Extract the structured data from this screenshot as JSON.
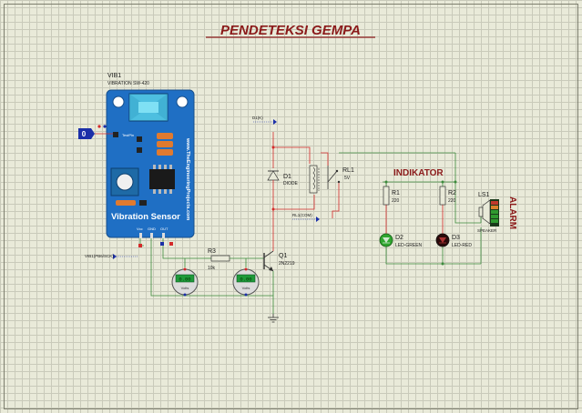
{
  "title": "PENDETEKSI GEMPA",
  "sensor": {
    "ref": "VIB1",
    "part": "VIBRATION SW-420",
    "testpin": "TestPin",
    "board_text": "Vibration Sensor",
    "side_text": "www.TheEngineeringProjects.com",
    "pin_vcc": "Vcc",
    "pin_gnd": "GND",
    "pin_out": "OUT",
    "input_value": "0",
    "probe": "VIB1(PB6/SCK)"
  },
  "voltmeter1": {
    "value": "0.00",
    "unit": "Volts"
  },
  "voltmeter2": {
    "value": "0.00",
    "unit": "Volts"
  },
  "r3": {
    "ref": "R3",
    "value": "10k"
  },
  "q1": {
    "ref": "Q1",
    "part": "2N2219"
  },
  "d1": {
    "ref": "D1",
    "part": "DIODE"
  },
  "rl1": {
    "ref": "RL1",
    "value": "5V"
  },
  "probe_d1": "D1(K)",
  "probe_rl1": "RL1(COM)",
  "indikator": "INDIKATOR",
  "r1": {
    "ref": "R1",
    "value": "220"
  },
  "r2": {
    "ref": "R2",
    "value": "220"
  },
  "d2": {
    "ref": "D2",
    "part": "LED-GREEN"
  },
  "d3": {
    "ref": "D3",
    "part": "LED-RED"
  },
  "ls1": {
    "ref": "LS1",
    "part": "SPEAKER"
  },
  "alarm": "ALARM",
  "colors": {
    "title": "#8b1a1a",
    "board": "#1f6fc4",
    "wire_red": "#d42a2a",
    "wire_green": "#3c8a3c",
    "meter_display": "#1e9a3a"
  }
}
